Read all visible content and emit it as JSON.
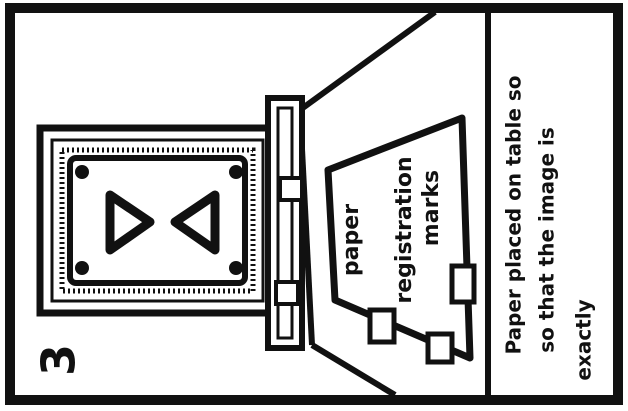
{
  "panel": {
    "step_number": "3",
    "caption_lines": [
      "Paper placed on table so",
      "so that the image is",
      "exactly"
    ],
    "labels": {
      "paper": "paper",
      "registration_marks_line1": "registration",
      "registration_marks_line2": "marks"
    }
  },
  "colors": {
    "ink": "#111111",
    "paper": "#ffffff",
    "frame_border": "#222222"
  }
}
